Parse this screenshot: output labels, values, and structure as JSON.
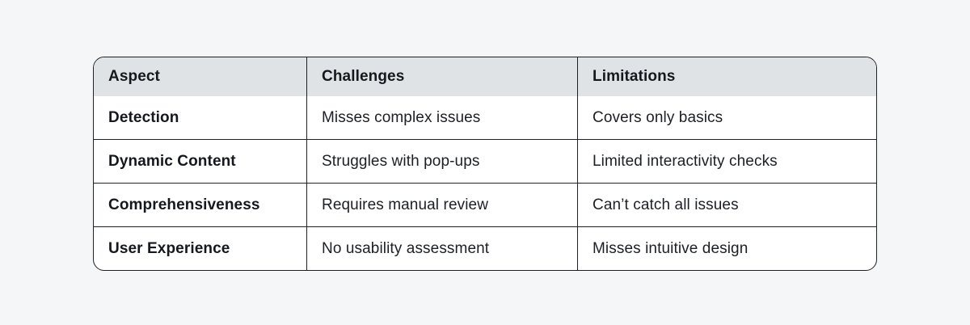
{
  "colors": {
    "page_background": "#f5f6f8",
    "header_background": "#e0e3e6",
    "cell_background": "#ffffff",
    "border": "#1e2227",
    "text": "#1c1f23"
  },
  "table": {
    "headers": [
      "Aspect",
      "Challenges",
      "Limitations"
    ],
    "rows": [
      {
        "aspect": "Detection",
        "challenges": "Misses complex issues",
        "limitations": "Covers only basics"
      },
      {
        "aspect": "Dynamic Content",
        "challenges": "Struggles with pop-ups",
        "limitations": "Limited interactivity checks"
      },
      {
        "aspect": "Comprehensiveness",
        "challenges": "Requires manual review",
        "limitations": "Can’t catch all issues"
      },
      {
        "aspect": "User Experience",
        "challenges": "No usability assessment",
        "limitations": "Misses intuitive design"
      }
    ]
  },
  "chart_data": {
    "type": "table",
    "title": "",
    "columns": [
      "Aspect",
      "Challenges",
      "Limitations"
    ],
    "rows": [
      [
        "Detection",
        "Misses complex issues",
        "Covers only basics"
      ],
      [
        "Dynamic Content",
        "Struggles with pop-ups",
        "Limited interactivity checks"
      ],
      [
        "Comprehensiveness",
        "Requires manual review",
        "Can’t catch all issues"
      ],
      [
        "User Experience",
        "No usability assessment",
        "Misses intuitive design"
      ]
    ],
    "layout": {
      "header_style": "gray-filled bold row",
      "first_column_bold": true,
      "grid": "all borders shown, rounded outer corner"
    }
  }
}
